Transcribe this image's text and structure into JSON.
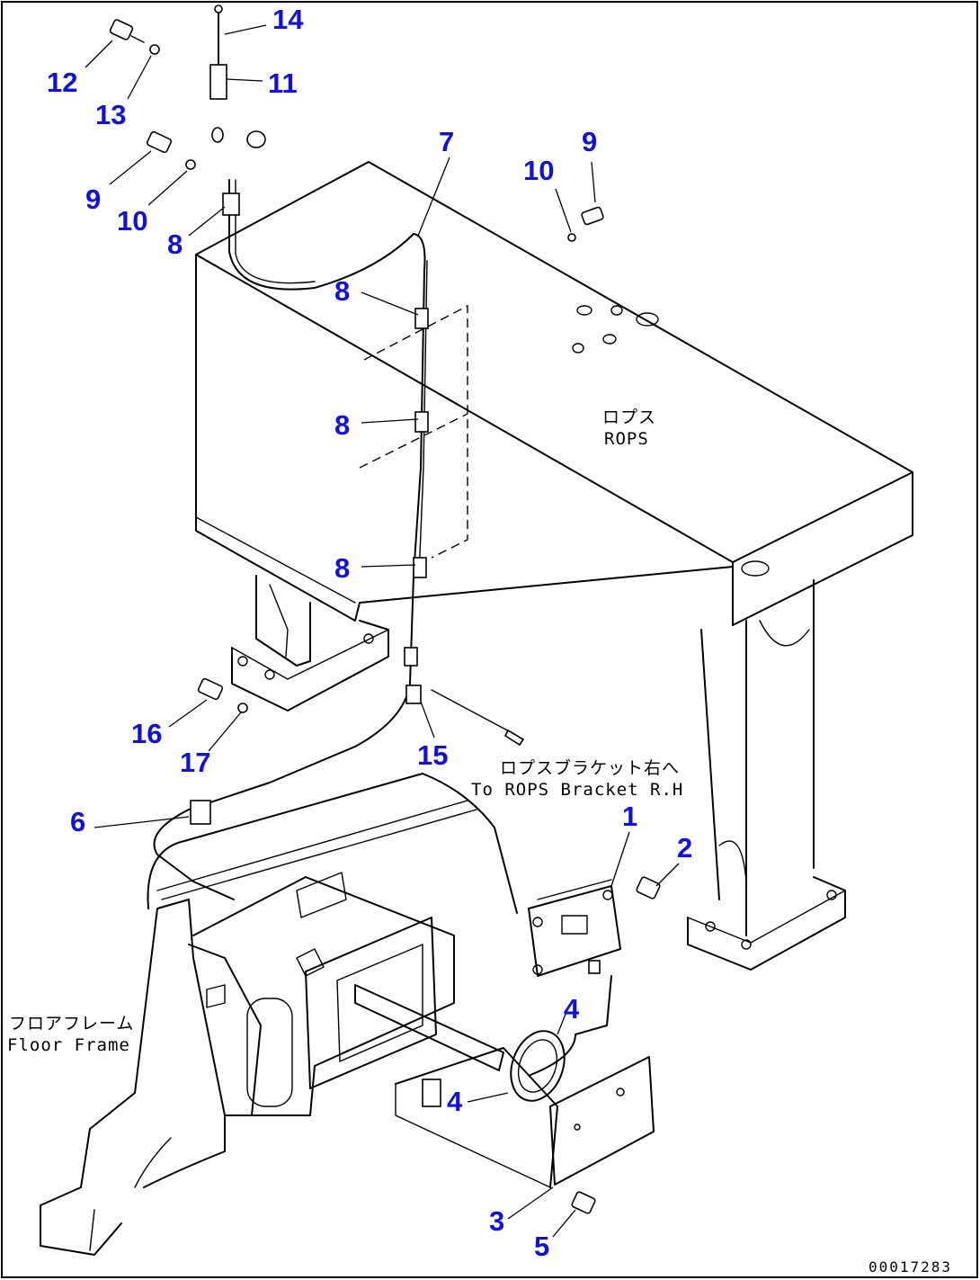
{
  "callouts": {
    "c1": "1",
    "c2": "2",
    "c3": "3",
    "c4a": "4",
    "c4b": "4",
    "c5": "5",
    "c6": "6",
    "c7": "7",
    "c8a": "8",
    "c8b": "8",
    "c8c": "8",
    "c8d": "8",
    "c9a": "9",
    "c9b": "9",
    "c10a": "10",
    "c10b": "10",
    "c11": "11",
    "c12": "12",
    "c13": "13",
    "c14": "14",
    "c15": "15",
    "c16": "16",
    "c17": "17"
  },
  "labels": {
    "rops_jp": "ロプス",
    "rops_en": "ROPS",
    "bracket_jp": "ロプスブラケット右へ",
    "bracket_en": "To ROPS Bracket R.H",
    "floor_jp": "フロアフレーム",
    "floor_en": "Floor Frame"
  },
  "drawing_code": "00017283",
  "colors": {
    "callout": "#1010e0",
    "line": "#000000",
    "background": "#ffffff"
  }
}
